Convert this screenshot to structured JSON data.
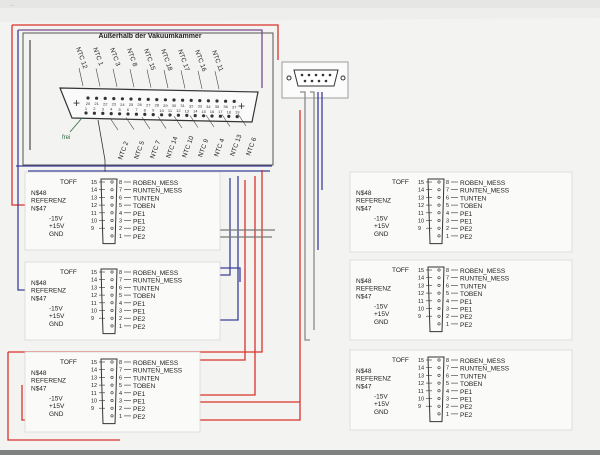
{
  "header_title": "Außerhalb der Vakuumkammer",
  "top_scribble": "...",
  "free_label": "frei",
  "ntc_top": [
    "NTC 12",
    "NTC 1",
    "NTC 3",
    "NTC 8",
    "NTC 15",
    "NTC 18",
    "NTC 17",
    "NTC 16",
    "NTC 11"
  ],
  "ntc_bottom": [
    "NTC 2",
    "NTC 5",
    "NTC 7",
    "NTC 14",
    "NTC 10",
    "NTC 9",
    "NTC 4",
    "NTC 13",
    "NTC 6"
  ],
  "db37_top_pins": [
    "20",
    "21",
    "22",
    "23",
    "24",
    "25",
    "26",
    "27",
    "28",
    "29",
    "30",
    "31",
    "32",
    "33",
    "34",
    "35",
    "36",
    "37"
  ],
  "db37_bottom_pins": [
    "1",
    "2",
    "3",
    "4",
    "5",
    "6",
    "7",
    "8",
    "9",
    "10",
    "11",
    "12",
    "13",
    "14",
    "15",
    "16",
    "17",
    "18",
    "19"
  ],
  "db15": {
    "left_labels": [
      "TOFF",
      "N$48",
      "REFERENZ",
      "N$47",
      "",
      "-15V",
      "+15V",
      "GND"
    ],
    "left_pins": [
      "15",
      "14",
      "13",
      "12",
      "11",
      "10",
      "9"
    ],
    "right_pins": [
      "8",
      "7",
      "6",
      "5",
      "4",
      "3",
      "2",
      "1"
    ],
    "right_labels": [
      "ROBEN_MESS",
      "RUNTEN_MESS",
      "TUNTEN",
      "TOBEN",
      "PE1",
      "PE1",
      "PE2",
      "PE2"
    ]
  },
  "colors": {
    "paper": "#f3f3f1",
    "wire_red": "#d9322b",
    "wire_blue": "#3b3f9a",
    "wire_purple": "#7a4b8c",
    "wire_grey": "#8a8a8a",
    "ink": "#222222",
    "bg": "#7f8180"
  }
}
